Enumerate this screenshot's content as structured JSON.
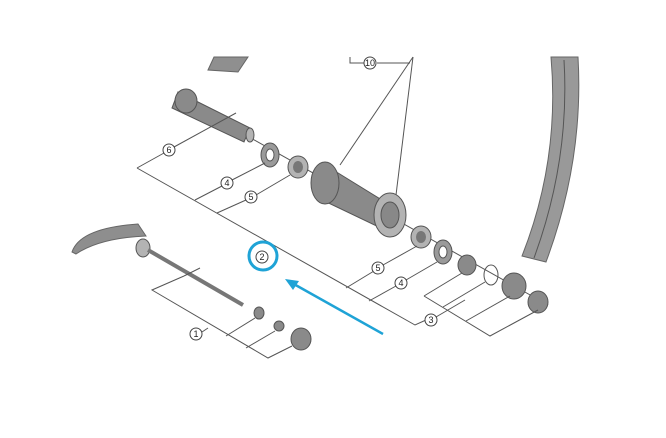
{
  "diagram": {
    "callouts": {
      "wheel_spokes": "10",
      "axle": "6",
      "washer_left": "4",
      "bearing_cone_left": "5",
      "highlighted_part": "2",
      "bearing_cone_right": "5",
      "washer_right": "4",
      "right_parts_set": "3",
      "quick_release": "1"
    },
    "highlight_color": "#1fa3d6"
  }
}
